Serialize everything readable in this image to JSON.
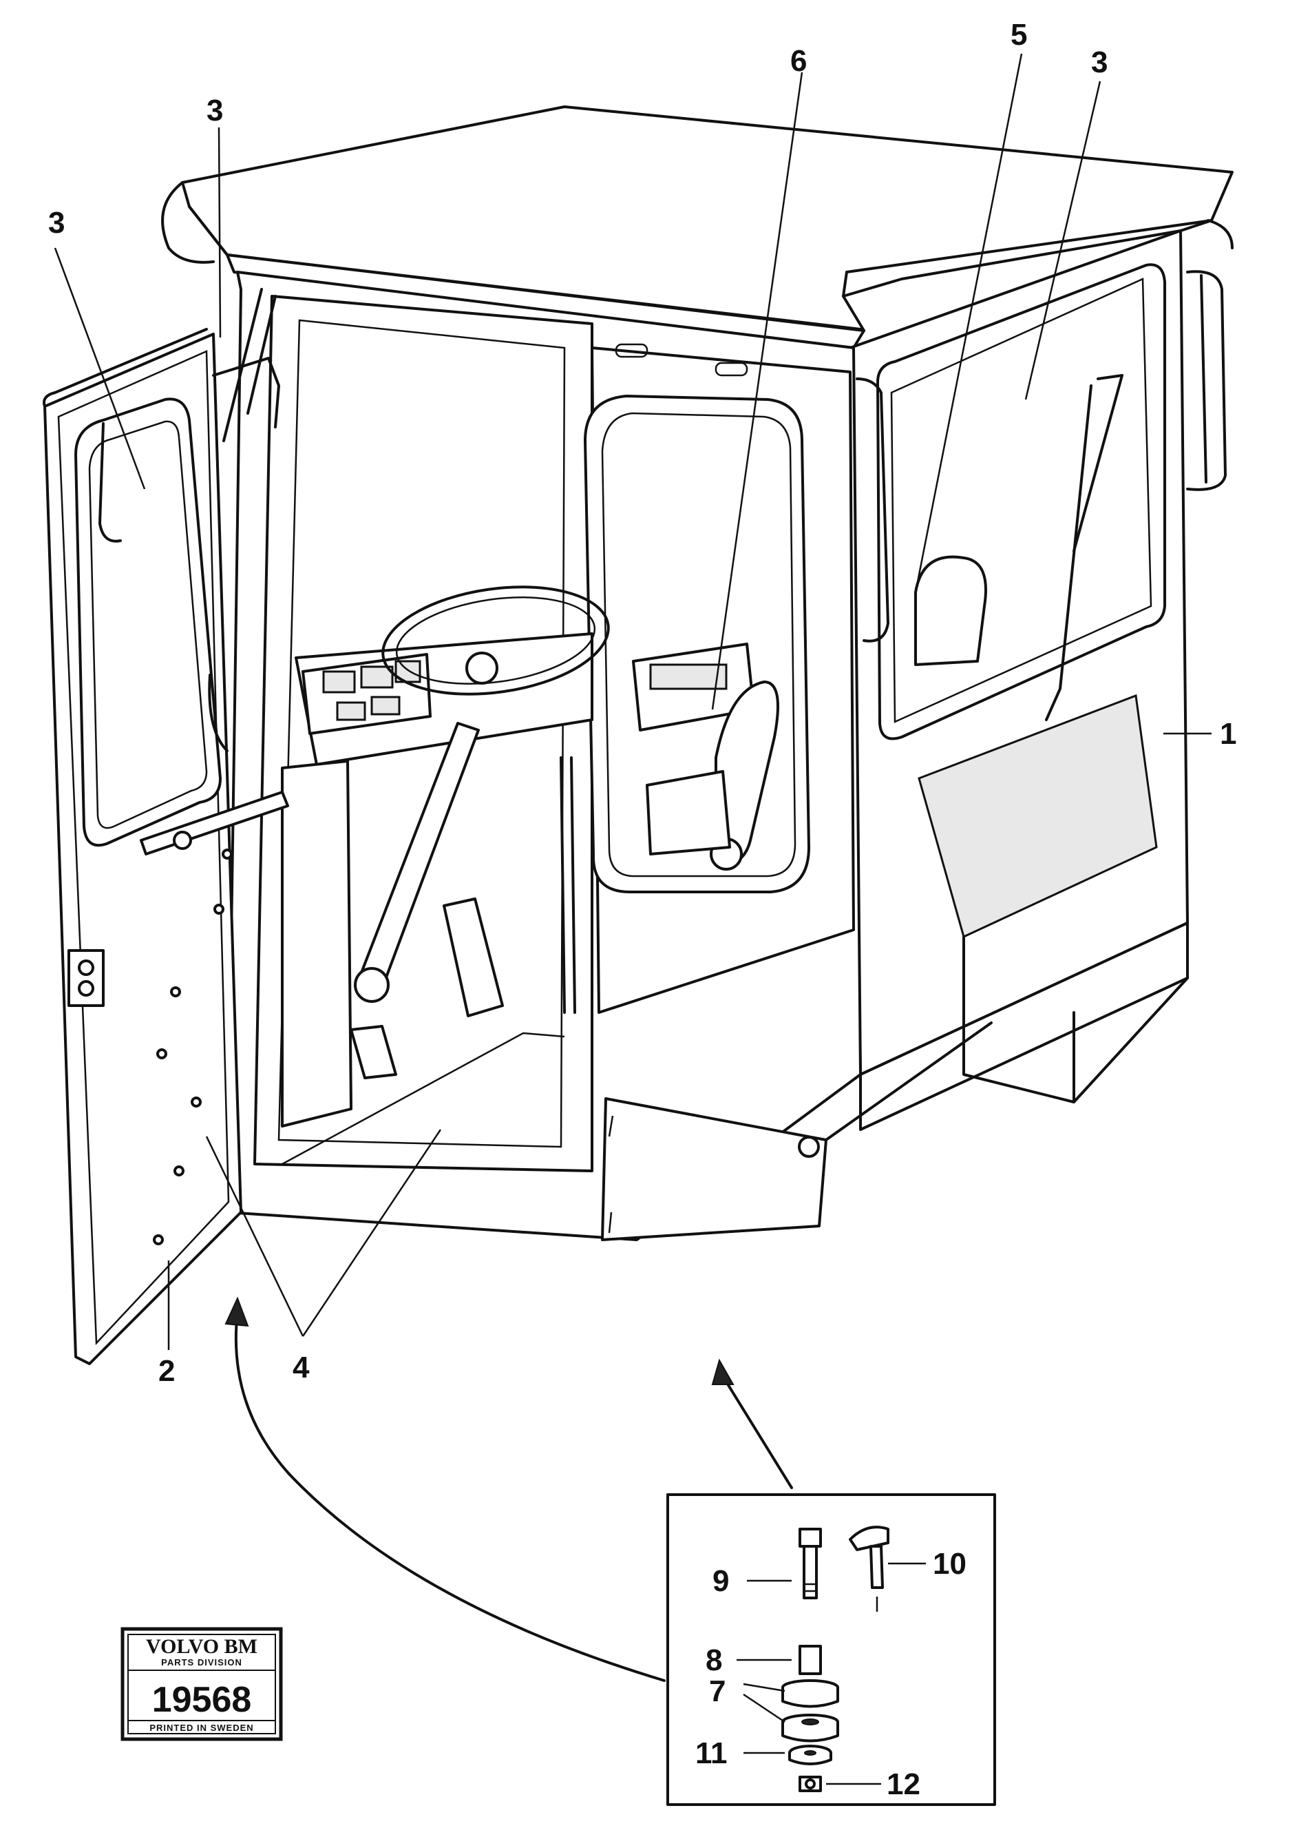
{
  "callouts": {
    "c1": "1",
    "c2": "2",
    "c3a": "3",
    "c3b": "3",
    "c3c": "3",
    "c4": "4",
    "c5": "5",
    "c6": "6",
    "c7": "7",
    "c8": "8",
    "c9": "9",
    "c10": "10",
    "c11": "11",
    "c12": "12"
  },
  "stamp": {
    "brand": "VOLVO BM",
    "division": "PARTS DIVISION",
    "number": "19568",
    "printed": "PRINTED IN SWEDEN"
  }
}
